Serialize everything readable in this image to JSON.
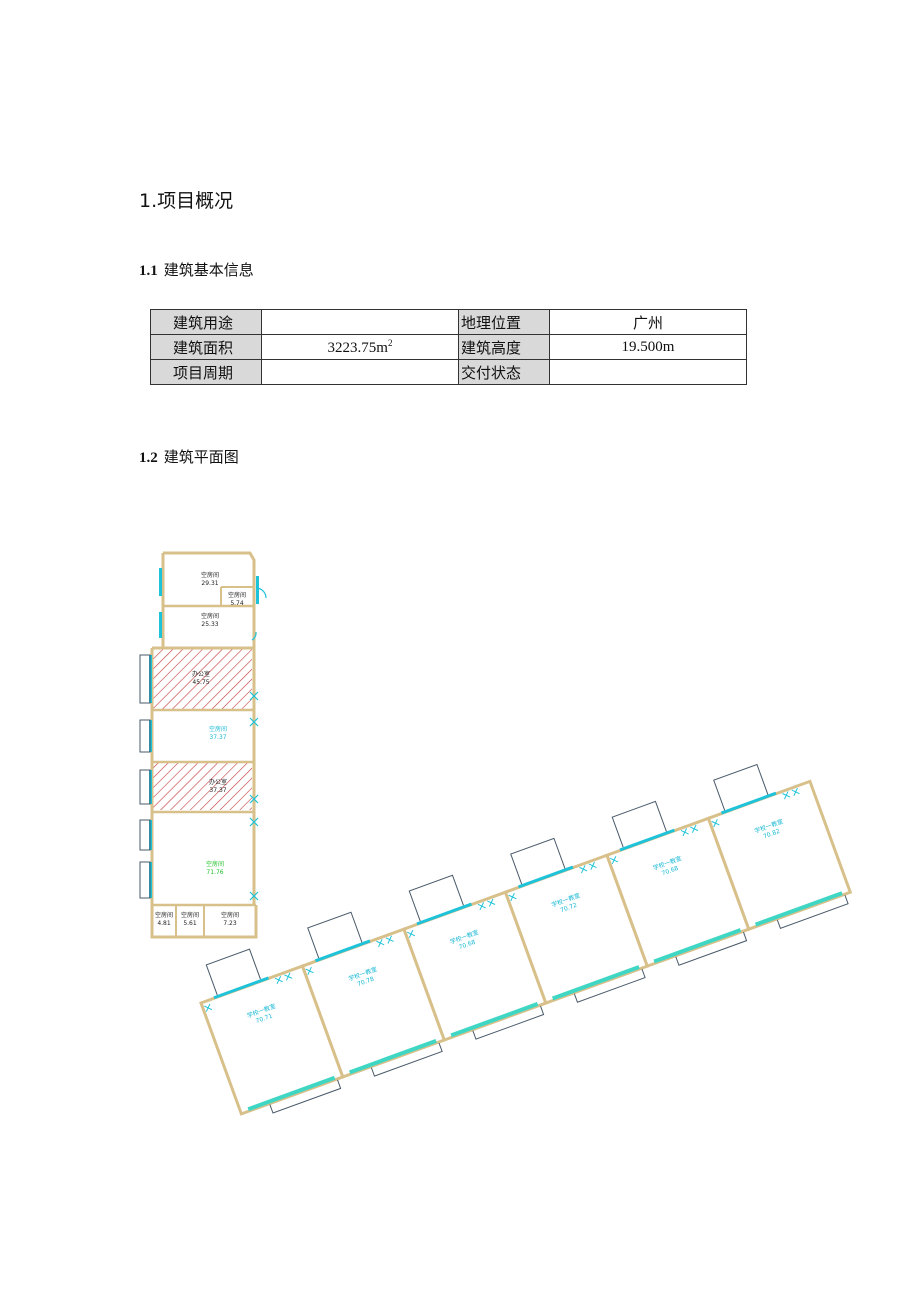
{
  "headings": {
    "section1": "1.项目概况",
    "section1_1_num": "1.1",
    "section1_1_text": "建筑基本信息",
    "section1_2_num": "1.2",
    "section1_2_text": "建筑平面图"
  },
  "info_table": {
    "rows": [
      {
        "label1": "建筑用途",
        "value1": "",
        "label2": "地理位置",
        "value2": "广州"
      },
      {
        "label1": "建筑面积",
        "value1": "3223.75m",
        "value1_sup": "2",
        "label2": "建筑高度",
        "value2": "19.500m"
      },
      {
        "label1": "项目周期",
        "value1": "",
        "label2": "交付状态",
        "value2": ""
      }
    ]
  },
  "floor_plan": {
    "colors": {
      "wall": "#d8c08a",
      "window": "#1fc3d9",
      "room_text_cyan": "#18b9d4",
      "room_text_green": "#22c02a",
      "hatch": "#c43a3a",
      "balcony": "#4a5a6a"
    },
    "left_block_rooms": [
      {
        "name": "空房间",
        "area": "29.31"
      },
      {
        "name": "空房间",
        "area": "5.74"
      },
      {
        "name": "空房间",
        "area": "25.33"
      },
      {
        "name": "办公室",
        "area": "45.75"
      },
      {
        "name": "空房间",
        "area": "37.37"
      },
      {
        "name": "办公室",
        "area": "37.37"
      },
      {
        "name": "空房间",
        "area": "71.76"
      },
      {
        "name": "空房间",
        "area": "4.81"
      },
      {
        "name": "空房间",
        "area": "5.61"
      },
      {
        "name": "空房间",
        "area": "7.23"
      }
    ],
    "diagonal_units": [
      {
        "name": "学校一教室",
        "area": "70.71"
      },
      {
        "name": "学校一教室",
        "area": "70.78"
      },
      {
        "name": "学校一教室",
        "area": "70.68"
      },
      {
        "name": "学校一教室",
        "area": "70.72"
      },
      {
        "name": "学校一教室",
        "area": "70.68"
      },
      {
        "name": "学校一教室",
        "area": "70.82"
      }
    ]
  }
}
